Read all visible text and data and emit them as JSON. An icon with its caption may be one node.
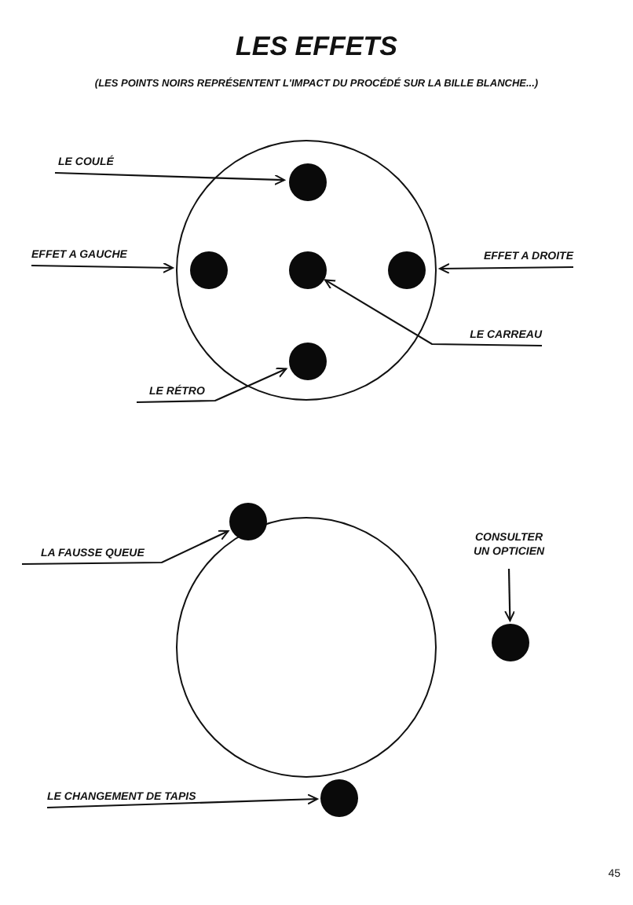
{
  "diagram": {
    "title": "LES EFFETS",
    "nodes": [
      {
        "text": [],
        "shape": "circle"
      },
      {
        "text": [],
        "shape": "circle",
        "in": 0
      },
      {
        "text": [],
        "shape": "circle",
        "in": 0
      },
      {
        "text": [],
        "shape": "circle",
        "in": 0
      },
      {
        "text": [],
        "shape": "circle",
        "in": 0
      },
      {
        "text": [],
        "shape": "circle",
        "in": 0
      },
      {
        "text": [
          "LE COULÉ"
        ]
      },
      {
        "text": [
          "EFFET A GAUCHE"
        ]
      },
      {
        "text": [
          "EFFET A DROITE"
        ]
      },
      {
        "text": [
          "LE CARREAU"
        ]
      },
      {
        "text": [
          "LE RÉTRO"
        ]
      },
      {
        "text": [],
        "shape": "circle"
      },
      {
        "text": [],
        "shape": "circle"
      },
      {
        "text": [
          "LA FAUSSE QUEUE"
        ]
      },
      {
        "text": [
          "CONSULTER UN OPTICIEN"
        ]
      },
      {
        "text": [],
        "shape": "circle"
      },
      {
        "text": [
          "LE CHANGEMENT DE TAPIS"
        ]
      },
      {
        "text": [],
        "shape": "circle"
      }
    ],
    "edges": [
      {
        "from": 6,
        "to": 1,
        "arrow": "to"
      },
      {
        "from": 7,
        "to": 0,
        "arrow": "to"
      },
      {
        "from": 8,
        "to": 0,
        "arrow": "to"
      },
      {
        "from": 9,
        "to": 3,
        "arrow": "to"
      },
      {
        "from": 10,
        "to": 5,
        "arrow": "to"
      },
      {
        "from": 13,
        "to": 12,
        "arrow": "to"
      },
      {
        "from": 14,
        "to": 15,
        "arrow": "to"
      },
      {
        "from": 16,
        "to": 17,
        "arrow": "to"
      }
    ],
    "labels": [
      "(LES POINTS NOIRS REPRÉSENTENT L'IMPACT DU PROCÉDÉ SUR LA BILLE BLANCHE...)",
      "45"
    ]
  }
}
